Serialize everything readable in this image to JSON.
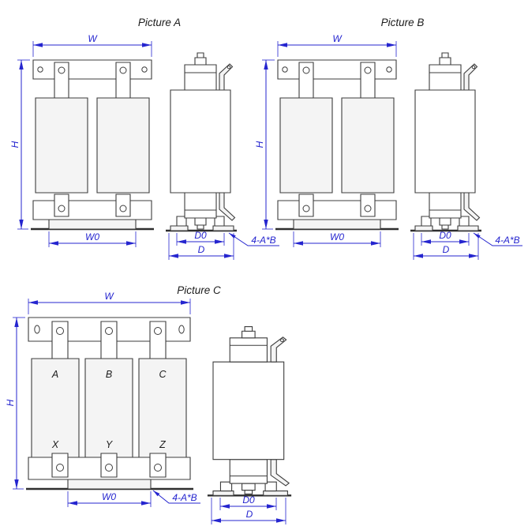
{
  "titles": {
    "picture_a": "Picture A",
    "picture_b": "Picture B",
    "picture_c": "Picture C"
  },
  "dimensions": {
    "width": "W",
    "height": "H",
    "base_width": "W0",
    "base_depth": "D0",
    "depth": "D",
    "mounting_holes": "4-A*B"
  },
  "terminals": {
    "top": [
      "A",
      "B",
      "C"
    ],
    "bottom": [
      "X",
      "Y",
      "Z"
    ]
  },
  "colors": {
    "drawing_line": "#3c3c3c",
    "dimension": "#2525cf",
    "background": "#ffffff",
    "part_fill": "#f4f4f4"
  }
}
